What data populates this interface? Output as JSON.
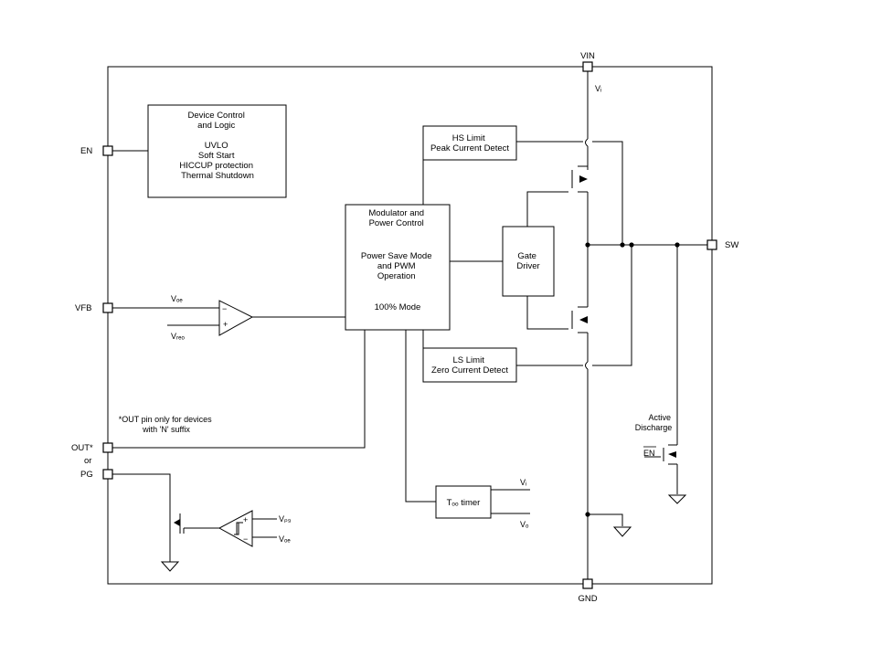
{
  "pins": {
    "vin": "VIN",
    "en": "EN",
    "vfb": "VFB",
    "out": "OUT*",
    "or": "or",
    "pg": "PG",
    "sw": "SW",
    "gnd": "GND"
  },
  "blocks": {
    "device_control": [
      "Device Control",
      "and Logic",
      "",
      "UVLO",
      "Soft Start",
      "HICCUP protection",
      "Thermal Shutdown"
    ],
    "hs_limit": [
      "HS Limit",
      "Peak Current Detect"
    ],
    "modulator": [
      "Modulator and",
      "Power Control",
      "",
      "Power Save Mode",
      "and PWM",
      "Operation",
      "",
      "100% Mode"
    ],
    "gate_driver": [
      "Gate",
      "Driver"
    ],
    "ls_limit": [
      "LS Limit",
      "Zero Current Detect"
    ],
    "toff_timer": "Tₒₒ timer"
  },
  "signals": {
    "vi_top": "Vᵢ",
    "vfb_in": "Vₒₑ",
    "vref": "Vᵣₑₒ",
    "vpg": "Vₚ₉",
    "vfb_pg": "Vₒₑ",
    "vi_timer": "Vᵢ",
    "vo_timer": "Vₒ"
  },
  "notes": {
    "out_note": [
      "*OUT pin only for devices",
      "with 'N' suffix"
    ],
    "active_discharge": [
      "Active",
      "Discharge"
    ],
    "en_bar": "EN"
  },
  "symbols": {
    "comparator_minus": "−",
    "comparator_plus": "+"
  }
}
